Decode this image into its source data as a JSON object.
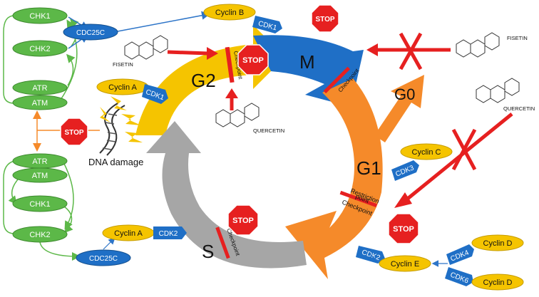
{
  "colors": {
    "green": "#5cb848",
    "blue": "#1f6fc6",
    "yellow": "#f5c400",
    "orange": "#f58a2a",
    "gray": "#a6a6a6",
    "red": "#e62020"
  },
  "labels": {
    "chk1_top": "CHK1",
    "chk2_top": "CHK2",
    "atr_top": "ATR",
    "atm_top": "ATM",
    "cdc25c_top": "CDC25C",
    "atr_bot": "ATR",
    "atm_bot": "ATM",
    "chk1_bot": "CHK1",
    "chk2_bot": "CHK2",
    "cdc25c_bot": "CDC25C",
    "cyclin_b": "Cyclin B",
    "cdk1_top": "CDK1",
    "cyclin_a_g2": "Cyclin A",
    "cdk1_g2": "CDK1",
    "cyclin_c": "Cyclin C",
    "cdk3": "CDK3",
    "cyclin_a_s": "Cyclin A",
    "cdk2_s": "CDK2",
    "cdk2_e": "CDK2",
    "cyclin_e": "Cyclin E",
    "cdk4": "CDK4",
    "cdk6": "CDK6",
    "cyclin_d1": "Cyclin D",
    "cyclin_d2": "Cyclin D",
    "dna_damage": "DNA damage",
    "fisetin_left": "FISETIN",
    "fisetin_right": "FISETIN",
    "quercetin_center": "QUERCETIN",
    "quercetin_right": "QUERCETIN",
    "phase_g2": "G2",
    "phase_m": "M",
    "phase_g0": "G0",
    "phase_g1": "G1",
    "phase_s": "S",
    "checkpoint_g2": "Checkpoint",
    "checkpoint_m": "Checkpoint",
    "checkpoint_s": "Checkpoint",
    "restriction_line1": "Restriction",
    "restriction_line2": "point",
    "restriction_line3": "Checkpoint",
    "stop": "STOP"
  }
}
